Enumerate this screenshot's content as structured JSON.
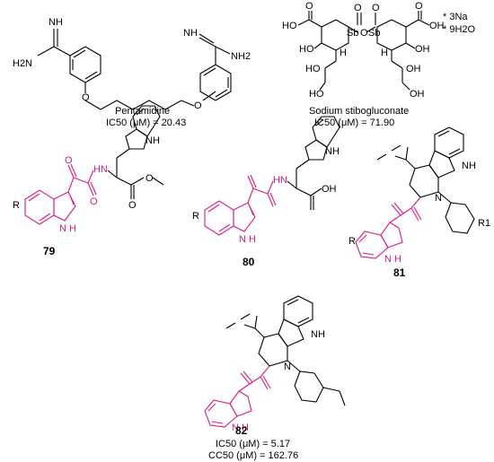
{
  "pentamidine": {
    "name": "Pentamidine",
    "ic50": "IC50 (μM) = 20.43",
    "atoms": {
      "nh_left": "NH",
      "h2n_left": "H2N",
      "o_left": "O",
      "o_right": "O",
      "nh_right": "NH",
      "nh2_right": "NH2"
    }
  },
  "stibogluconate": {
    "name": "Sodium stibogluconate",
    "ic50": "IC50 (μM) = 71.90",
    "salts": [
      "* 3Na",
      "* 9H2O"
    ],
    "atoms": {
      "o": "O",
      "oh": "OH",
      "ho": "HO",
      "sb": "Sb",
      "h": "H"
    }
  },
  "compounds": [
    {
      "id": "79",
      "atoms": {
        "r": "R",
        "nh_indole": "N\nH",
        "hn_amide": "HN",
        "o": "O",
        "nh_trp": "NH"
      }
    },
    {
      "id": "80",
      "atoms": {
        "r": "R",
        "nh_indole": "N\nH",
        "hn_amide": "HN",
        "oh": "OH",
        "nh_trp": "NH"
      }
    },
    {
      "id": "81",
      "atoms": {
        "r": "R",
        "nh_indole": "N\nH",
        "n": "N",
        "nh_ring": "NH",
        "r1": "R1"
      }
    },
    {
      "id": "82",
      "ic50": "IC50 (μM) = 5.17",
      "cc50": "CC50 (μM) = 162.76",
      "atoms": {
        "nh_indole": "N\nH",
        "n": "N",
        "nh_ring": "NH"
      }
    }
  ],
  "colors": {
    "highlight": "#e0187f",
    "structure": "#000000"
  }
}
